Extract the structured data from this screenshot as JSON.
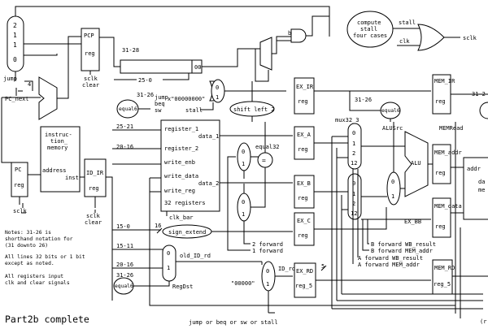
{
  "caption": "Part2b complete",
  "notes": [
    "Notes: 31-26 is",
    "shorthand notation for",
    "(31 downto 26)",
    "All lines 32 bits or 1 bit",
    "except as noted.",
    "All registers input",
    "clk and clear signals"
  ],
  "stall_unit": {
    "title": [
      "compute",
      "stall",
      "four cases"
    ],
    "out": "stall",
    "clk": "clk",
    "gate_out": "sclk"
  },
  "labels": {
    "jump": "jump",
    "pc_next": "PC_next",
    "pcp": "PCP",
    "reg": "reg",
    "sclk": "sclk",
    "clear": "clear",
    "beq": "beq",
    "bits_31_28": "31-28",
    "zeros_00": "00",
    "bits_25_0": "25-0",
    "zero_const": "x\"00000000\"",
    "jump_beq_sw": [
      "jump",
      "beq",
      "sw"
    ],
    "stall": "stall",
    "bits_31_26": "31-26",
    "equal6": "equal6",
    "shift_left_2": "shift left 2",
    "mux4_sel": "4",
    "imem": [
      "instruc-",
      "tion_",
      "memory"
    ],
    "address": "address",
    "inst": "inst",
    "id_ir": "ID_IR",
    "pc": "PC",
    "regfile_in": [
      "register_1",
      "register_2",
      "write_enb",
      "write_data",
      "write_reg"
    ],
    "data_1": "data_1",
    "data_2": "data_2",
    "regs32": "32 registers",
    "clk_bar": "clk_bar",
    "bits_25_21": "25-21",
    "bits_20_16": "20-16",
    "bits_15_0": "15-0",
    "bits_15_11": "15-11",
    "sixteen": "16",
    "sign_extend": "sign_extend",
    "old_id_rd": "old_ID_rd",
    "regdst": "RegDst",
    "equal32": "equal32",
    "eq": "=",
    "two_forward": "2 forward",
    "one_forward": "1 forward",
    "id_rd": "ID_rd",
    "five": "5",
    "zeros5": "\"00000\"",
    "ex_ir": "EX_IR",
    "ex_a": "EX_A",
    "ex_b": "EX_B",
    "ex_c": "EX_C",
    "ex_rd": "EX_RD",
    "reg_5": "reg_5",
    "mux32_3": "mux32_3",
    "alusrc": "ALUSrc",
    "alu": "ALU",
    "ex_bb": "EX_BB",
    "fwd": [
      "B forward WB_result",
      "B forward MEM_addr",
      "A forward WB_result",
      "A forward MEM_addr"
    ],
    "mux_codes": [
      "0",
      "1",
      "2",
      "12"
    ],
    "mem_ir": "MEM_IR",
    "mem_addr": "MEM_addr",
    "mem_data": "MEM_data",
    "mem_rd": "MEM_RD",
    "mem_read": "MEMRead",
    "addr_clip": "addr",
    "da_clip": "da",
    "me_clip": "me",
    "bottom": "jump or beq or sw or stall",
    "mux_jump_vals": [
      "2",
      "1",
      "0"
    ],
    "zero": "0",
    "one": "1",
    "two": "2",
    "right_cut": "31-2",
    "bottom_cut": "(r"
  }
}
